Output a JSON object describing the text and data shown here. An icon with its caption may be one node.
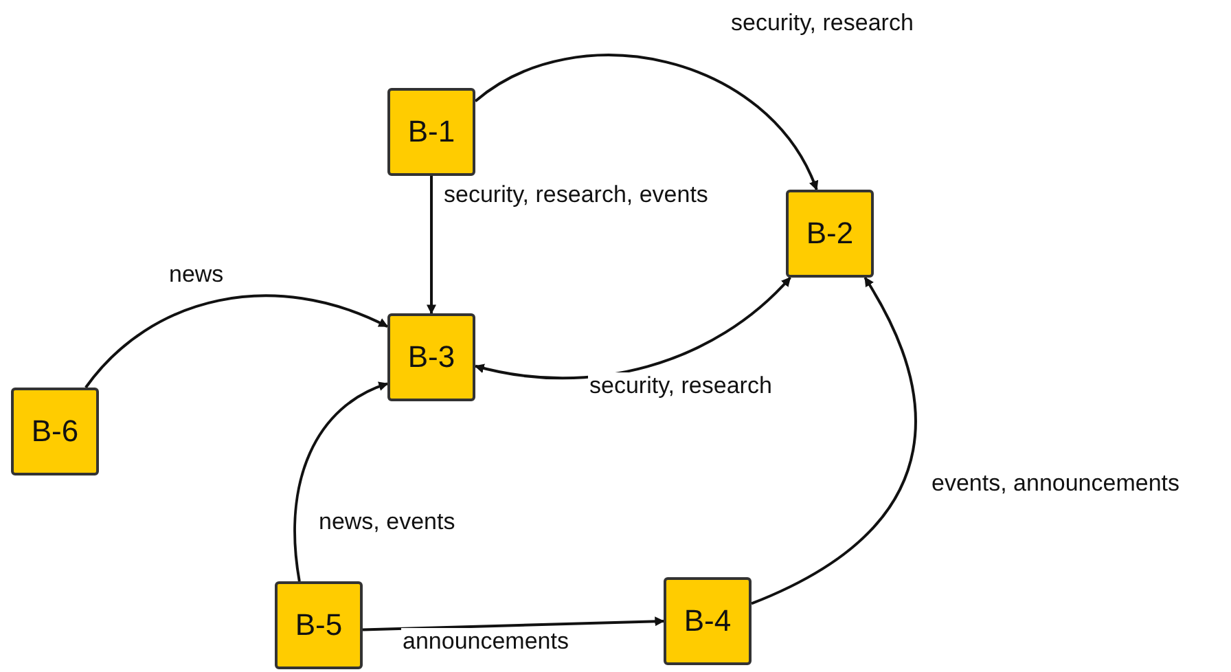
{
  "diagram": {
    "nodes": [
      {
        "text": [
          "B-1"
        ]
      },
      {
        "text": [
          "B-2"
        ]
      },
      {
        "text": [
          "B-3"
        ]
      },
      {
        "text": [
          "B-6"
        ]
      },
      {
        "text": [
          "B-5"
        ]
      },
      {
        "text": [
          "B-4"
        ]
      }
    ],
    "edges": [
      {
        "from": 0,
        "to": 1,
        "arrow": "to",
        "label": "security, research"
      },
      {
        "from": 0,
        "to": 2,
        "arrow": "to",
        "label": "security, research, events"
      },
      {
        "from": 3,
        "to": 2,
        "arrow": "to",
        "label": "news"
      },
      {
        "from": 2,
        "to": 1,
        "arrow": "both",
        "label": "security, research"
      },
      {
        "from": 4,
        "to": 2,
        "arrow": "to",
        "label": "news, events"
      },
      {
        "from": 4,
        "to": 5,
        "arrow": "to",
        "label": "announcements"
      },
      {
        "from": 5,
        "to": 1,
        "arrow": "to",
        "label": "events, announcements"
      }
    ]
  }
}
